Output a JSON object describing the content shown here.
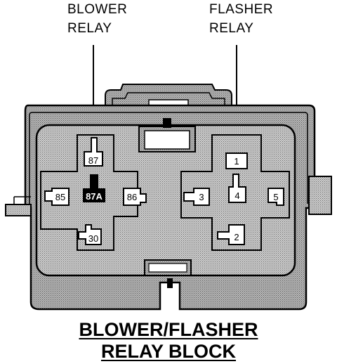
{
  "callouts": {
    "blower": {
      "line1": "BLOWER",
      "line2": "RELAY"
    },
    "flasher": {
      "line1": "FLASHER",
      "line2": "RELAY"
    }
  },
  "caption": {
    "line1": "BLOWER/FLASHER",
    "line2": "RELAY BLOCK"
  },
  "blower_relay_terminals": {
    "t87": "87",
    "t87a": "87A",
    "t85": "85",
    "t86": "86",
    "t30": "30"
  },
  "flasher_relay_terminals": {
    "t1": "1",
    "t2": "2",
    "t3": "3",
    "t4": "4",
    "t5": "5"
  },
  "colors": {
    "ink": "#000000",
    "stipple_dark": "#9a9a9a",
    "stipple_light": "#c8c8c8",
    "paper": "#ffffff"
  }
}
